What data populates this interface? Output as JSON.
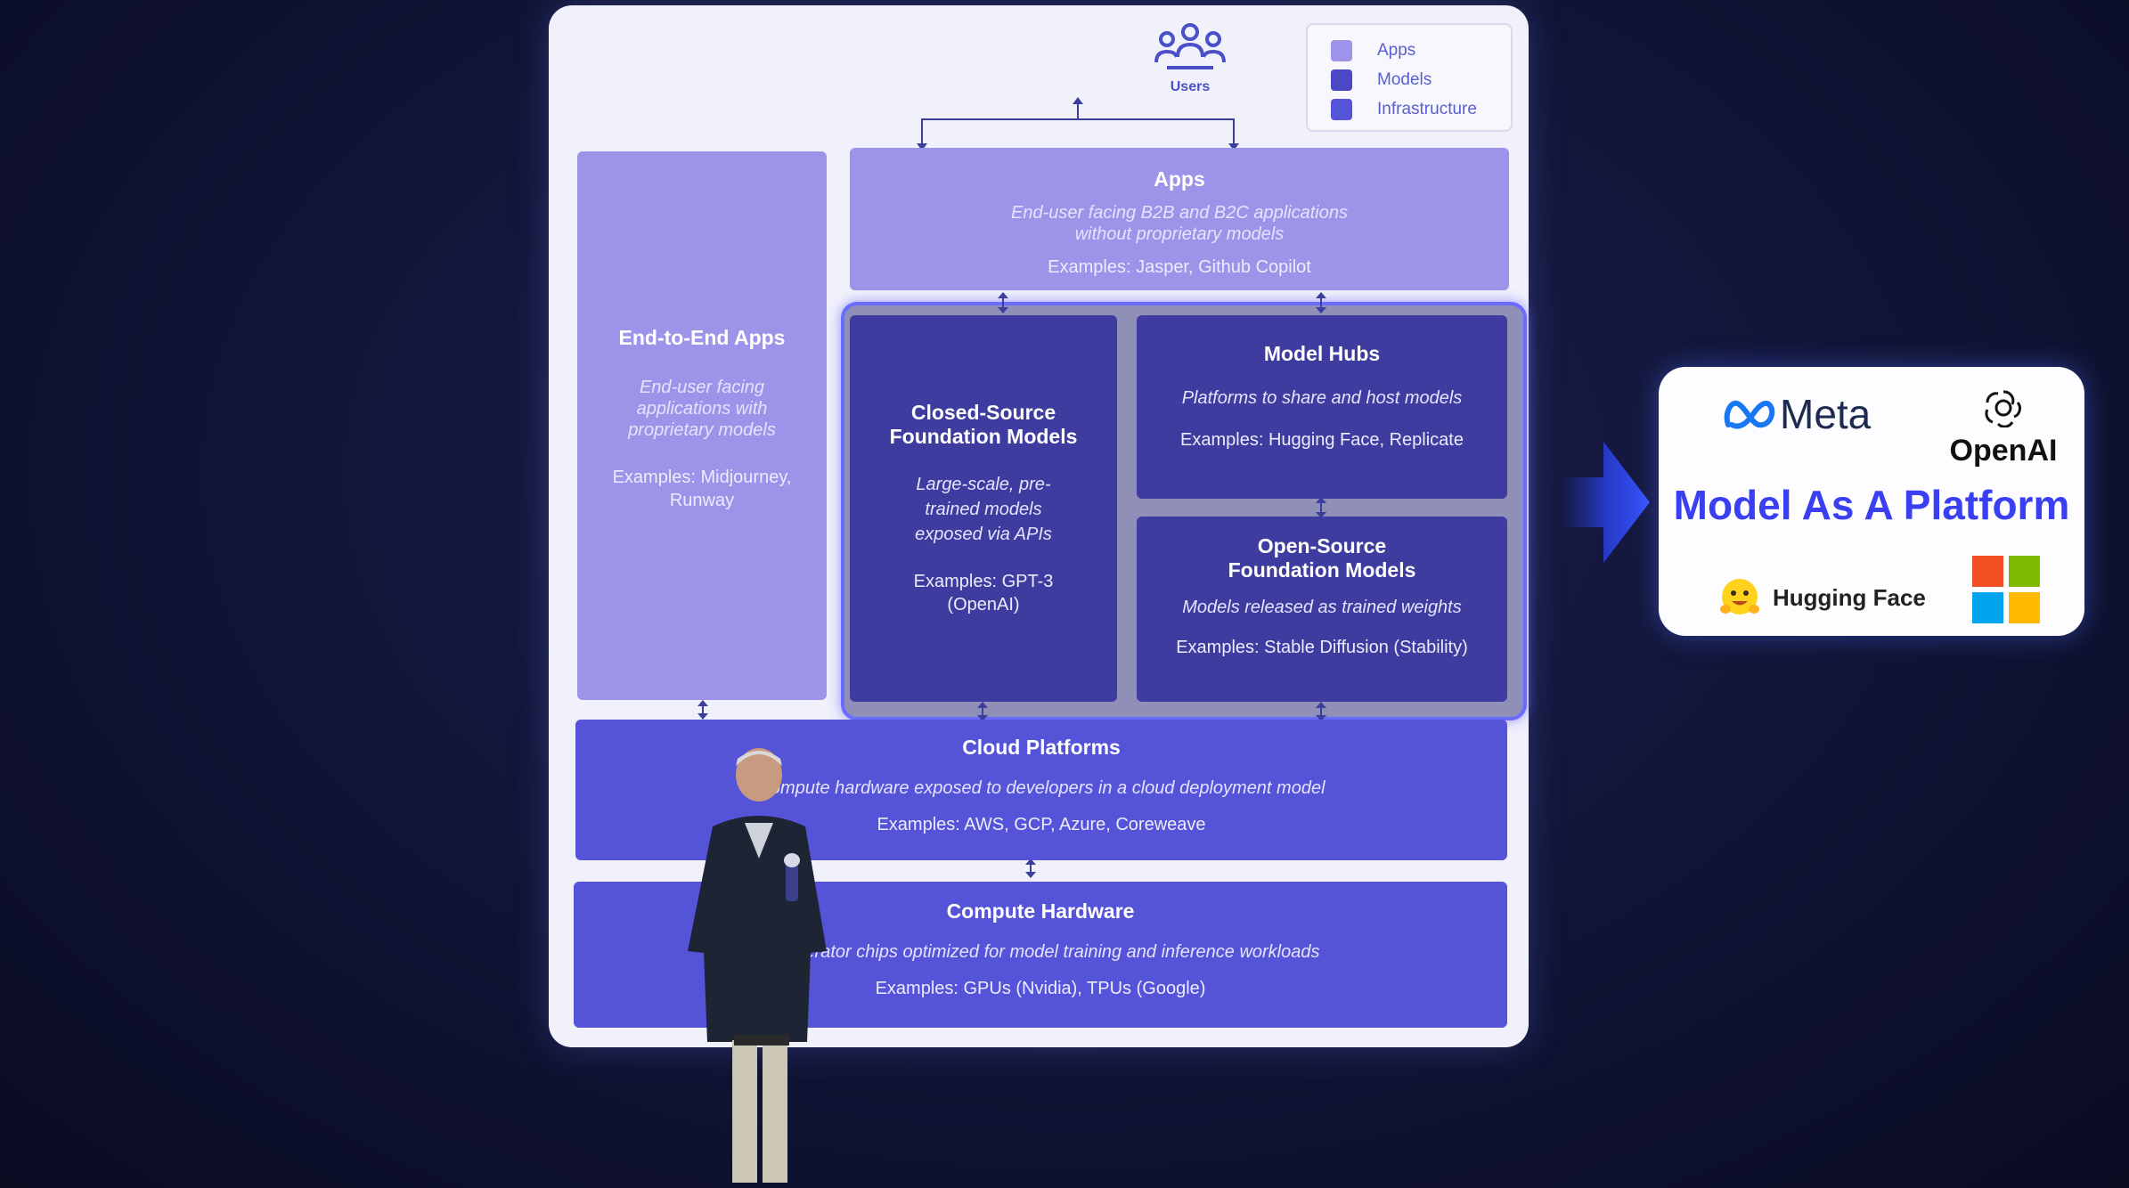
{
  "diagram": {
    "users_label": "Users",
    "legend": [
      {
        "label": "Apps",
        "color": "#9d94ea"
      },
      {
        "label": "Models",
        "color": "#3e3c9e"
      },
      {
        "label": "Infrastructure",
        "color": "#5553d8"
      }
    ],
    "end_to_end_apps": {
      "title": "End-to-End Apps",
      "description": "End-user facing applications with proprietary models",
      "examples": "Examples: Midjourney, Runway"
    },
    "apps": {
      "title": "Apps",
      "description": "End-user facing B2B and B2C applications without proprietary models",
      "examples": "Examples: Jasper, Github Copilot"
    },
    "closed_source": {
      "title": "Closed-Source Foundation Models",
      "description": "Large-scale, pre-trained models exposed via APIs",
      "examples": "Examples: GPT-3 (OpenAI)"
    },
    "model_hubs": {
      "title": "Model Hubs",
      "description": "Platforms to share and host models",
      "examples": "Examples: Hugging Face, Replicate"
    },
    "open_source": {
      "title": "Open-Source Foundation Models",
      "description": "Models released as trained weights",
      "examples": "Examples: Stable Diffusion (Stability)"
    },
    "cloud_platforms": {
      "title": "Cloud Platforms",
      "description": "Compute hardware exposed to developers in a cloud deployment model",
      "examples": "Examples: AWS, GCP, Azure, Coreweave"
    },
    "compute_hardware": {
      "title": "Compute Hardware",
      "description": "Accelerator chips optimized for model training and inference workloads",
      "examples": "Examples: GPUs (Nvidia), TPUs (Google)"
    }
  },
  "brand_card": {
    "meta": "Meta",
    "openai": "OpenAI",
    "headline": "Model As A Platform",
    "hugging_face": "Hugging Face",
    "microsoft_colors": [
      "#f25022",
      "#7fba00",
      "#00a4ef",
      "#ffb900"
    ]
  }
}
